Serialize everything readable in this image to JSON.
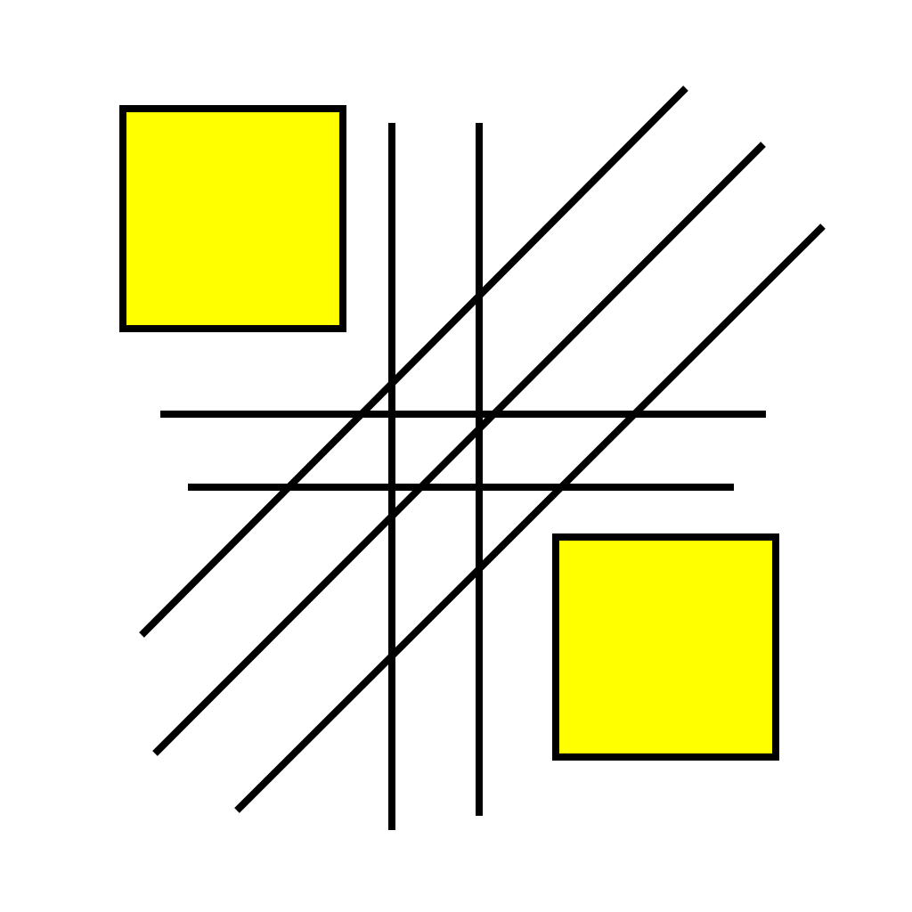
{
  "figure": {
    "background_color": "#ffffff",
    "stroke_color": "#000000",
    "square_fill_color": "#ffff00",
    "squares": [
      {
        "name": "top-left-square"
      },
      {
        "name": "bottom-right-square"
      }
    ],
    "vertical_lines": [
      {
        "name": "vertical-line-left"
      },
      {
        "name": "vertical-line-right"
      }
    ],
    "horizontal_lines": [
      {
        "name": "horizontal-line-upper"
      },
      {
        "name": "horizontal-line-lower"
      }
    ],
    "diagonal_lines": [
      {
        "name": "diagonal-line-upper"
      },
      {
        "name": "diagonal-line-middle"
      },
      {
        "name": "diagonal-line-lower"
      }
    ]
  }
}
